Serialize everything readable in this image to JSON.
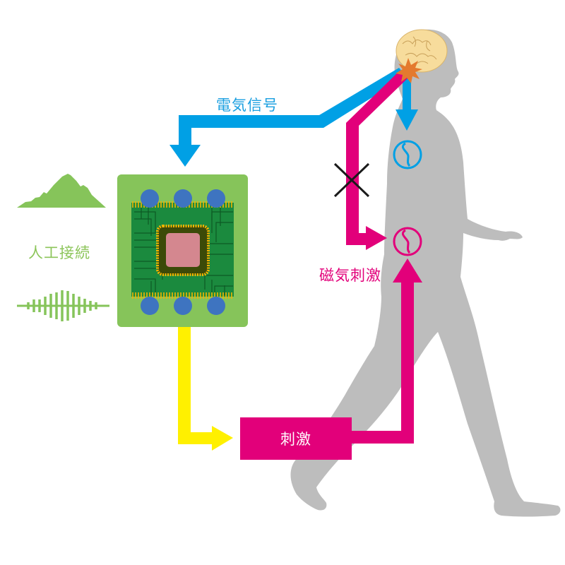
{
  "labels": {
    "electrical_signal": "電気信号",
    "artificial_connection": "人工接続",
    "magnetic_stimulation": "磁気刺激",
    "stimulation": "刺激"
  },
  "colors": {
    "electrical_arrow": "#00a0e5",
    "magnetic_arrow": "#e2007a",
    "stimulation_arrow": "#fff000",
    "chip_panel": "#86c45a",
    "chip_board": "#1b8a3e",
    "chip_die": "#d4878f",
    "chip_pins": "#f4b400",
    "chip_electrodes": "#3e74c0",
    "silhouette": "#bdbdbd",
    "brain": "#f7dc9c",
    "burst": "#e47a2e",
    "block_mark": "#1a1a1a"
  },
  "icons": {
    "mountain": "mountain-wave-icon",
    "waveform": "signal-waveform-icon",
    "brain": "brain-icon",
    "burst": "spark-burst-icon",
    "spinal_node_upper": "spinal-node-icon",
    "spinal_node_lower": "spinal-node-icon",
    "blocked": "cross-mark-icon",
    "chip": "microchip-icon"
  }
}
